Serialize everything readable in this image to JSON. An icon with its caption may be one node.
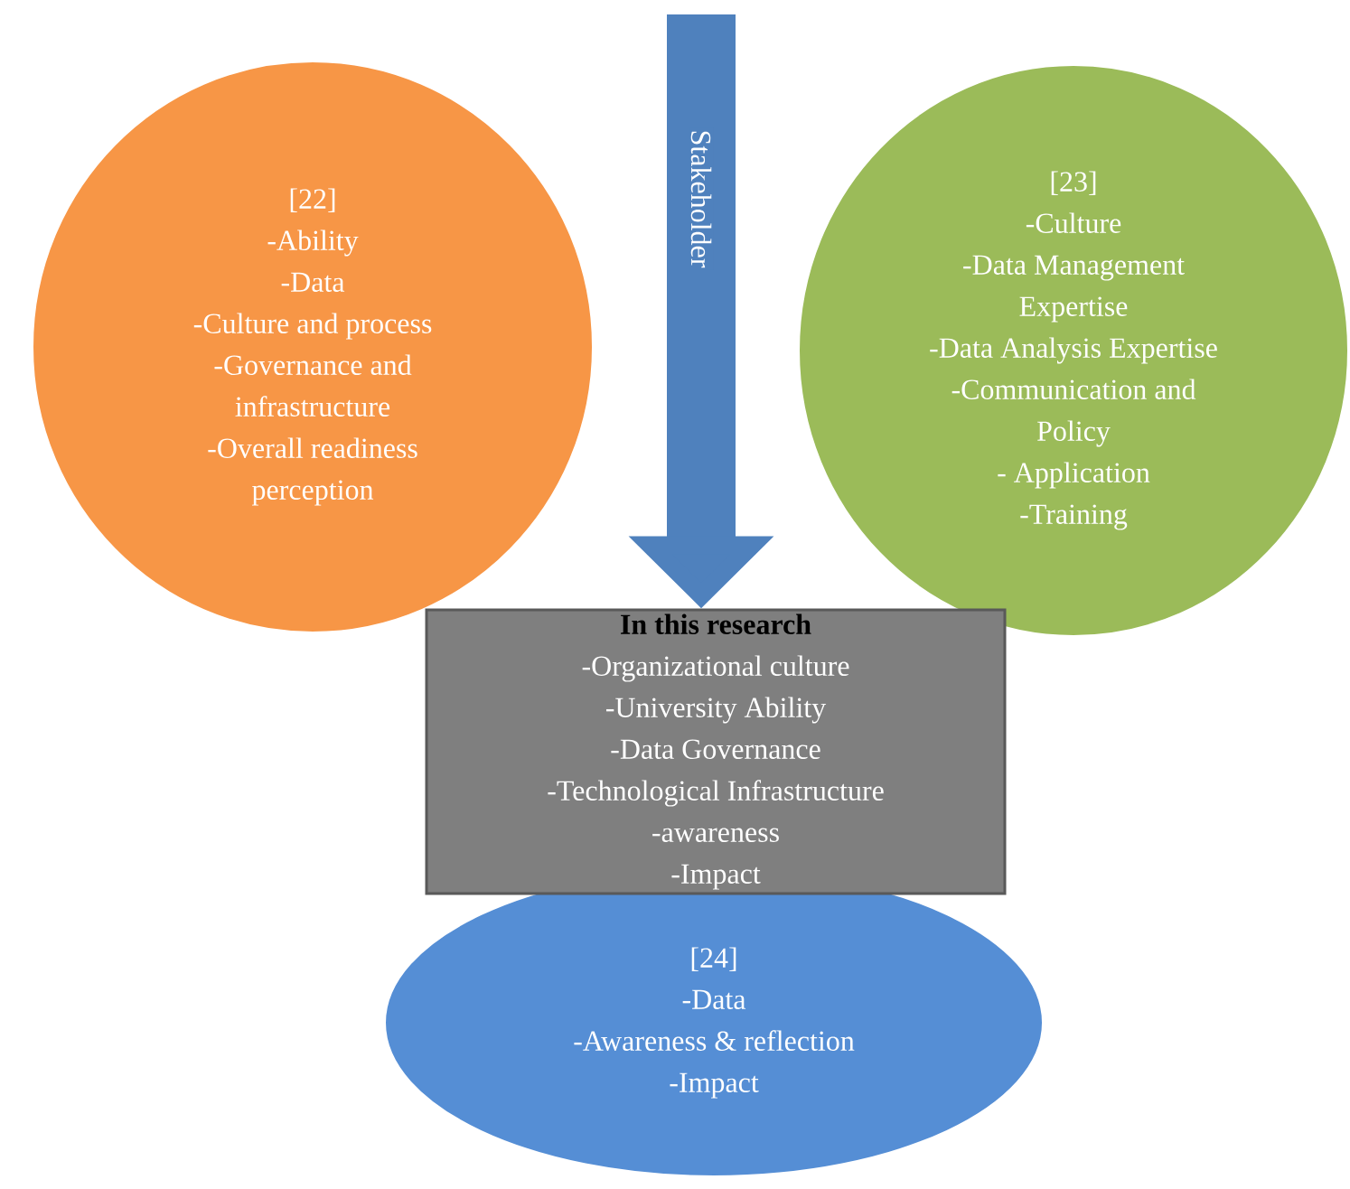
{
  "diagram": {
    "nodes": [
      {
        "text": [
          "[22]",
          "-Ability",
          "-Data",
          "-Culture and process",
          "-Governance and infrastructure",
          "-Overall readiness perception"
        ]
      },
      {
        "text": [
          "[23]",
          "-Culture",
          "-Data Management Expertise",
          "-Data Analysis Expertise",
          "-Communication and Policy",
          "- Application",
          "-Training"
        ]
      },
      {
        "text": [
          "In this research",
          "-Organizational culture",
          "-University Ability",
          "-Data Governance",
          "-Technological Infrastructure",
          "-awareness",
          "-Impact"
        ]
      },
      {
        "text": [
          "[24]",
          "-Data",
          "-Awareness & reflection",
          "-Impact"
        ]
      }
    ],
    "edges": [
      {
        "from": null,
        "to": 2,
        "arrow": "to",
        "label": "Stakeholder",
        "color": "#4f81bd"
      }
    ]
  }
}
